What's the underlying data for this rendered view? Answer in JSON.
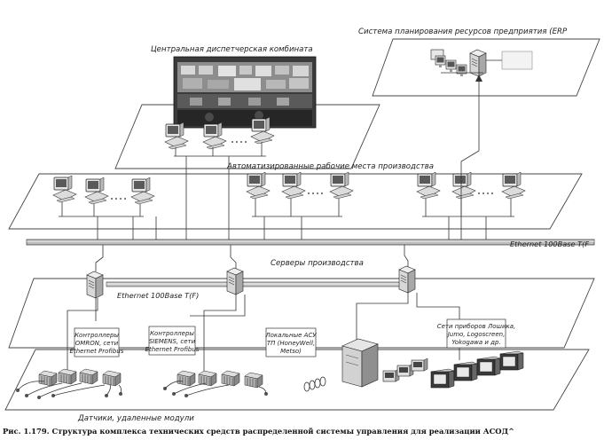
{
  "labels": {
    "erp": "Система планирования ресурсов предприятия (ERP",
    "dispatch": "Центральная диспетчерская комбината",
    "workstations": "Автоматизированные рабочие места производства",
    "ethernet_main": "Ethernet 100Base T(F",
    "servers": "Серверы производства",
    "ethernet_local": "Ethernet 100Base T(F)",
    "sensors": "Датчики, удаленные модули"
  },
  "boxes": {
    "omron": [
      "Контроллеры",
      "OMRON, сети",
      "Ethernet Profibus"
    ],
    "siemens": [
      "Контроллеры",
      "SIEMENS, сети",
      "Ethernet Profibus"
    ],
    "local_acs": [
      "Локальные АСУ",
      "ТП (HoneyWell,",
      "Metso)"
    ],
    "devices": [
      "Сети приборов Лошика,",
      "Jumo, Logoscreen,",
      "Yokogawa и др."
    ]
  },
  "caption": "Рис. 1.179. Структура комплекса технических средств распределенной системы управления для реализации АСОД^",
  "colors": {
    "ink": "#333333",
    "bus": "#9a9a9a",
    "screen": "#555555"
  }
}
